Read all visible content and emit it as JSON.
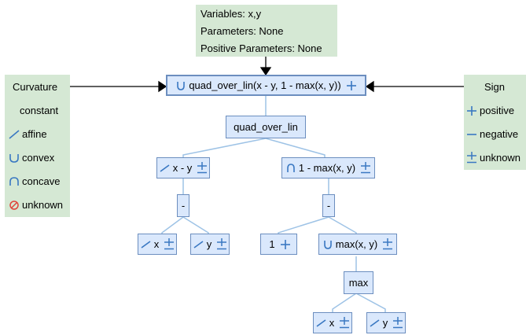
{
  "variables_panel": {
    "variables": "Variables: x,y",
    "parameters": "Parameters: None",
    "positive_parameters": "Positive Parameters: None"
  },
  "curvature_legend": {
    "title": "Curvature",
    "items": [
      {
        "icon": "none",
        "label": "constant"
      },
      {
        "icon": "affine-icon",
        "label": "affine"
      },
      {
        "icon": "convex-icon",
        "label": "convex"
      },
      {
        "icon": "concave-icon",
        "label": "concave"
      },
      {
        "icon": "unknown-curvature-icon",
        "label": "unknown"
      }
    ]
  },
  "sign_legend": {
    "title": "Sign",
    "items": [
      {
        "icon": "plus-icon",
        "label": "positive"
      },
      {
        "icon": "minus-icon",
        "label": "negative"
      },
      {
        "icon": "plus-minus-icon",
        "label": "unknown"
      }
    ]
  },
  "tree": {
    "root": {
      "label": "quad_over_lin(x - y, 1 - max(x, y))",
      "curvature": "convex",
      "sign": "positive"
    },
    "quad_op": {
      "label": "quad_over_lin"
    },
    "left_expr": {
      "label": "x - y",
      "curvature": "affine",
      "sign": "unknown"
    },
    "right_expr": {
      "label": "1 - max(x, y)",
      "curvature": "concave",
      "sign": "unknown"
    },
    "left_minus": {
      "label": "-"
    },
    "right_minus": {
      "label": "-"
    },
    "x1": {
      "label": "x",
      "curvature": "affine",
      "sign": "unknown"
    },
    "y1": {
      "label": "y",
      "curvature": "affine",
      "sign": "unknown"
    },
    "const1": {
      "label": "1",
      "curvature": "constant",
      "sign": "positive"
    },
    "max_expr": {
      "label": "max(x, y)",
      "curvature": "convex",
      "sign": "unknown"
    },
    "max_op": {
      "label": "max"
    },
    "x2": {
      "label": "x",
      "curvature": "affine",
      "sign": "unknown"
    },
    "y2": {
      "label": "y",
      "curvature": "affine",
      "sign": "unknown"
    }
  },
  "colors": {
    "node_fill": "#dae8fc",
    "node_border": "#6c8ebf",
    "panel_fill": "#d5e8d4",
    "link": "#9ec3e6",
    "icon_blue": "#3a78c2",
    "icon_red": "#e0443b"
  }
}
